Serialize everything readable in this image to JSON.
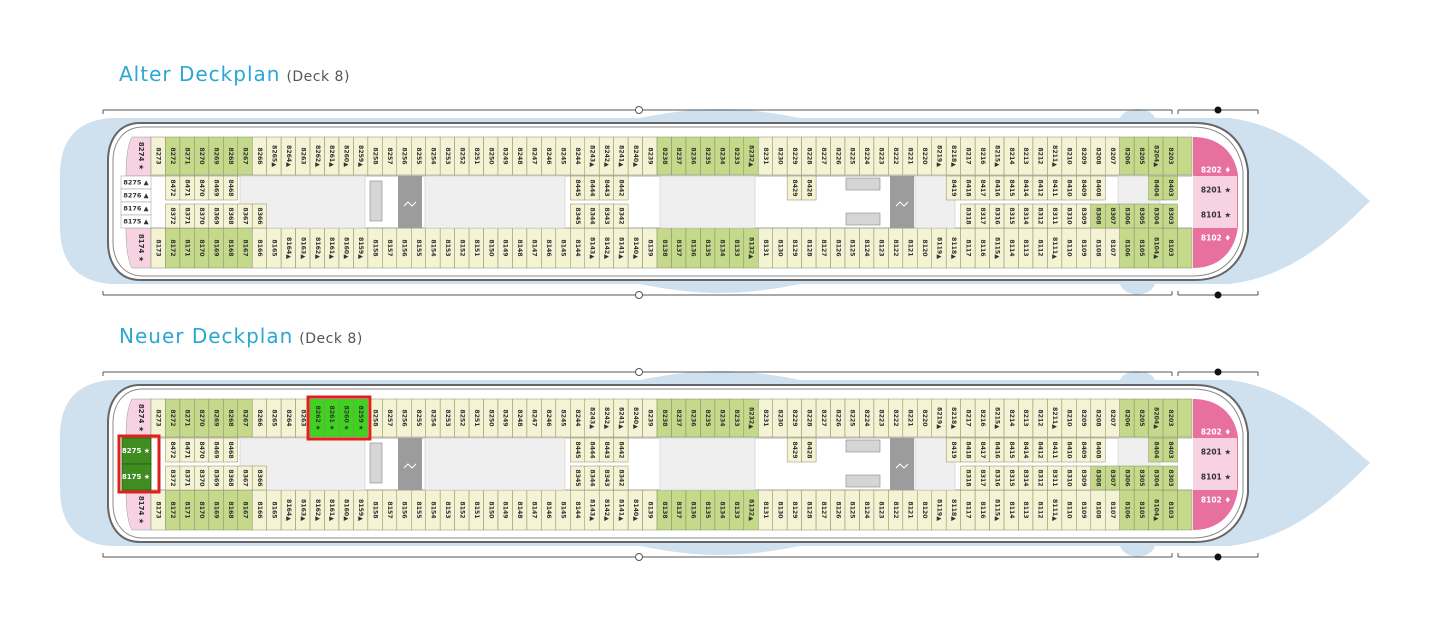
{
  "colors": {
    "title": "#2aa7d4",
    "water": "#cfe0ef",
    "cabin_green": "#c4d98a",
    "cabin_light": "#f4f3d4",
    "suite_pink": "#e8709f",
    "suite_light": "#f7d3e2",
    "new_green": "#3fd31f",
    "new_dark_green": "#3f8d21",
    "highlight": "#e0211b"
  },
  "plans": [
    {
      "title": "Alter Deckplan",
      "subtitle": "(Deck 8)",
      "rows": {
        "upper": [
          "8274 ★",
          "8273",
          "8272",
          "8271",
          "8270",
          "8269",
          "8268",
          "8267",
          "8266",
          "8265▲",
          "8264▲",
          "8263",
          "8262▲",
          "8261▲",
          "8260▲",
          "8259▲",
          "8258",
          "8257",
          "8256",
          "8255",
          "8254",
          "8253",
          "8252",
          "8251",
          "8250",
          "8249",
          "8248",
          "8247",
          "8246",
          "8245",
          "8244",
          "8243▲",
          "8242▲",
          "8241▲",
          "8240▲",
          "8239",
          "8238",
          "8237",
          "8236",
          "8235",
          "8234",
          "8233",
          "8232▲",
          "8231",
          "8230",
          "8229",
          "8228",
          "8227",
          "8226",
          "8225",
          "8224",
          "8223",
          "8222",
          "8221",
          "8220",
          "8219▲",
          "8218▲",
          "8217",
          "8216",
          "8215▲",
          "8214",
          "8213",
          "8212",
          "8211▲",
          "8210",
          "8209",
          "8208",
          "8207",
          "8206",
          "8205",
          "8204▲",
          "8203"
        ],
        "inner_upper": [
          "8472",
          "8471",
          "8470",
          "8469",
          "8468",
          "8445",
          "8444",
          "8443",
          "8442",
          "8429",
          "8428",
          "8419",
          "8418",
          "8417",
          "8416",
          "8415",
          "8414",
          "8412",
          "8411",
          "8410",
          "8409",
          "8408",
          "8404",
          "8403"
        ],
        "inner_lower": [
          "8372",
          "8371",
          "8370",
          "8369",
          "8368",
          "8367",
          "8366",
          "8345",
          "8344",
          "8343",
          "8342",
          "8318",
          "8317",
          "8316",
          "8315",
          "8314",
          "8312",
          "8311",
          "8310",
          "8309",
          "8308",
          "8307",
          "8306",
          "8305",
          "8304",
          "8303"
        ],
        "lower": [
          "8174 ★",
          "8173",
          "8172",
          "8171",
          "8170",
          "8169",
          "8168",
          "8167",
          "8166",
          "8165",
          "8164▲",
          "8163▲",
          "8162▲",
          "8161▲",
          "8160▲",
          "8159▲",
          "8158",
          "8157",
          "8156",
          "8155",
          "8154",
          "8153",
          "8152",
          "8151",
          "8150",
          "8149",
          "8148",
          "8147",
          "8146",
          "8145",
          "8144",
          "8143▲",
          "8142▲",
          "8141▲",
          "8140▲",
          "8139",
          "8138",
          "8137",
          "8136",
          "8135",
          "8134",
          "8133",
          "8132▲",
          "8131",
          "8130",
          "8129",
          "8128",
          "8127",
          "8126",
          "8125",
          "8124",
          "8123",
          "8122",
          "8121",
          "8120",
          "8119▲",
          "8118▲",
          "8117",
          "8116",
          "8115▲",
          "8114",
          "8113",
          "8112",
          "8111▲",
          "8110",
          "8109",
          "8108",
          "8107",
          "8106",
          "8105",
          "8104▲",
          "8103"
        ],
        "stern_cabins": [
          "8275 ▲",
          "8276 ▲",
          "8176 ▲",
          "8175 ▲"
        ],
        "bow_cabins": [
          "8202 ♦",
          "8201 ★",
          "8101 ★",
          "8102 ♦"
        ]
      }
    },
    {
      "title": "Neuer Deckplan",
      "subtitle": "(Deck 8)",
      "rows": {
        "upper": [
          "8274 ★",
          "8273",
          "8272",
          "8271",
          "8270",
          "8269",
          "8268",
          "8267",
          "8266",
          "8265",
          "8264",
          "8263",
          "8262 ★",
          "8261 ★",
          "8260 ★",
          "8259 ★",
          "8258",
          "8257",
          "8256",
          "8255",
          "8254",
          "8253",
          "8252",
          "8251",
          "8250",
          "8249",
          "8248",
          "8247",
          "8246",
          "8245",
          "8244",
          "8243▲",
          "8242▲",
          "8241▲",
          "8240▲",
          "8239",
          "8238",
          "8237",
          "8236",
          "8235",
          "8234",
          "8233",
          "8232▲",
          "8231",
          "8230",
          "8229",
          "8228",
          "8227",
          "8226",
          "8225",
          "8224",
          "8223",
          "8222",
          "8221",
          "8220",
          "8219▲",
          "8218▲",
          "8217",
          "8216",
          "8215▲",
          "8214",
          "8213",
          "8212",
          "8211▲",
          "8210",
          "8209",
          "8208",
          "8207",
          "8206",
          "8205",
          "8204▲",
          "8203"
        ],
        "inner_upper": [
          "8472",
          "8471",
          "8470",
          "8469",
          "8468",
          "8445",
          "8444",
          "8443",
          "8442",
          "8429",
          "8428",
          "8419",
          "8418",
          "8417",
          "8416",
          "8415",
          "8414",
          "8412",
          "8411",
          "8410",
          "8409",
          "8408",
          "8404",
          "8403"
        ],
        "inner_lower": [
          "8372",
          "8371",
          "8370",
          "8369",
          "8368",
          "8367",
          "8366",
          "8345",
          "8344",
          "8343",
          "8342",
          "8318",
          "8317",
          "8316",
          "8315",
          "8314",
          "8312",
          "8311",
          "8310",
          "8309",
          "8308",
          "8307",
          "8306",
          "8305",
          "8304",
          "8303"
        ],
        "lower": [
          "8174 ★",
          "8173",
          "8172",
          "8171",
          "8170",
          "8169",
          "8168",
          "8167",
          "8166",
          "8165",
          "8164▲",
          "8163▲",
          "8162▲",
          "8161▲",
          "8160▲",
          "8159▲",
          "8158",
          "8157",
          "8156",
          "8155",
          "8154",
          "8153",
          "8152",
          "8151",
          "8150",
          "8149",
          "8148",
          "8147",
          "8146",
          "8145",
          "8144",
          "8143▲",
          "8142▲",
          "8141▲",
          "8140▲",
          "8139",
          "8138",
          "8137",
          "8136",
          "8135",
          "8134",
          "8133",
          "8132▲",
          "8131",
          "8130",
          "8129",
          "8128",
          "8127",
          "8126",
          "8125",
          "8124",
          "8123",
          "8122",
          "8121",
          "8120",
          "8119▲",
          "8118▲",
          "8117",
          "8116",
          "8115▲",
          "8114",
          "8113",
          "8112",
          "8111▲",
          "8110",
          "8109",
          "8108",
          "8107",
          "8106",
          "8105",
          "8104▲",
          "8103"
        ],
        "stern_cabins": [
          "8275 ★",
          "8175 ★"
        ],
        "bow_cabins": [
          "8202 ♦",
          "8201 ★",
          "8101 ★",
          "8102 ♦"
        ]
      }
    }
  ]
}
